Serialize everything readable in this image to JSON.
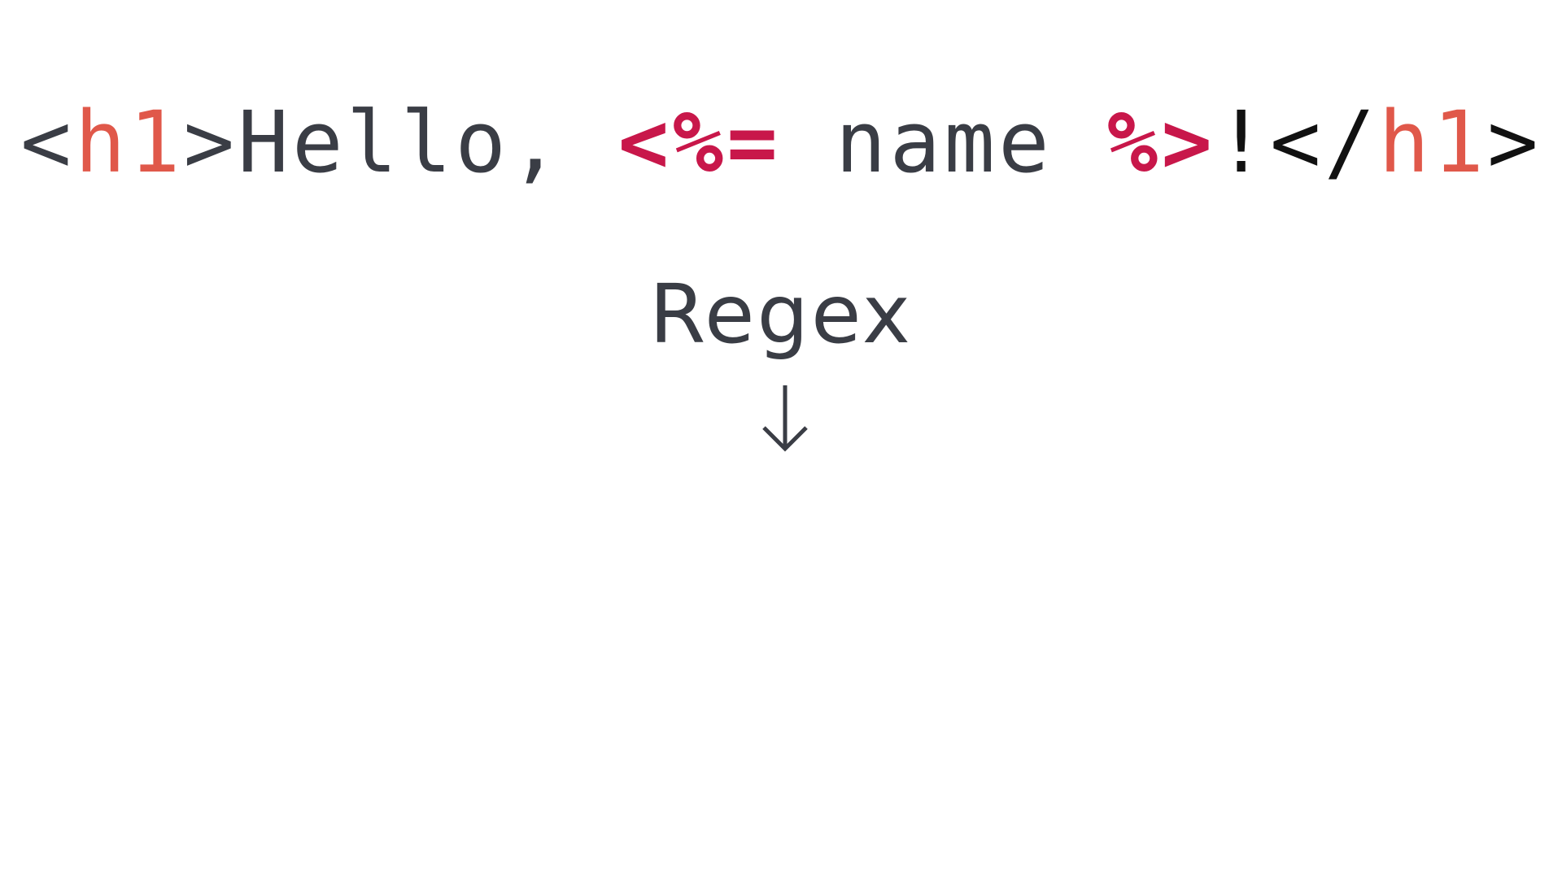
{
  "code": {
    "tokens": [
      {
        "text": "<",
        "role": "punct"
      },
      {
        "text": "h1",
        "role": "tag"
      },
      {
        "text": ">",
        "role": "punct"
      },
      {
        "text": "Hello, ",
        "role": "text"
      },
      {
        "text": "<%=",
        "role": "erb"
      },
      {
        "text": " name ",
        "role": "text"
      },
      {
        "text": "%>",
        "role": "erb"
      },
      {
        "text": "!",
        "role": "black"
      },
      {
        "text": "</",
        "role": "black"
      },
      {
        "text": "h1",
        "role": "tag"
      },
      {
        "text": ">",
        "role": "black"
      }
    ]
  },
  "label": "Regex",
  "arrow": {
    "icon": "arrow-down-icon"
  },
  "colors": {
    "text": "#3a3d45",
    "tag": "#e0584a",
    "erb": "#c8174a",
    "black": "#111111",
    "background": "#ffffff"
  }
}
